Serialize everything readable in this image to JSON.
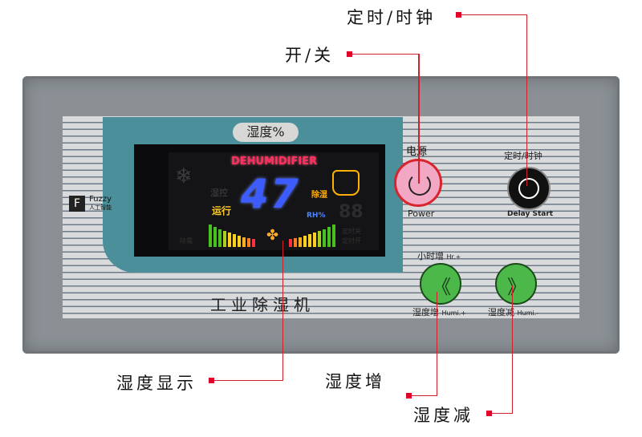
{
  "callouts": {
    "timer": "定时/时钟",
    "power": "开/关",
    "display": "湿度显示",
    "hum_up": "湿度增",
    "hum_down": "湿度减"
  },
  "panel": {
    "hum_label": "湿度%",
    "brand": "Fuzzy",
    "brand_sub": "人工智能",
    "product": "工业除湿机",
    "display": {
      "title": "DEHUMIDIFIER",
      "value": "47",
      "unit": "RH%",
      "running": "运行",
      "dehum": "除湿",
      "humctrl": "湿控",
      "defrost": "除霜",
      "timer_off": "定时关",
      "timer_on": "定时开",
      "timer_digits": "88"
    },
    "power": {
      "cn": "电源",
      "en": "Power"
    },
    "timer": {
      "cn": "定时/时钟",
      "en": "Delay Start"
    },
    "hour_up": {
      "cn": "小时增",
      "en": "Hr.+"
    },
    "hum_up": {
      "cn": "湿度增",
      "en": "Humi.+"
    },
    "hum_down": {
      "cn": "湿度减",
      "en": "Humi.-"
    }
  },
  "colors": {
    "callout_red": "#e0002a",
    "power": "#f2a8c4",
    "green": "#4cb84a",
    "teal": "#4a8f99"
  }
}
